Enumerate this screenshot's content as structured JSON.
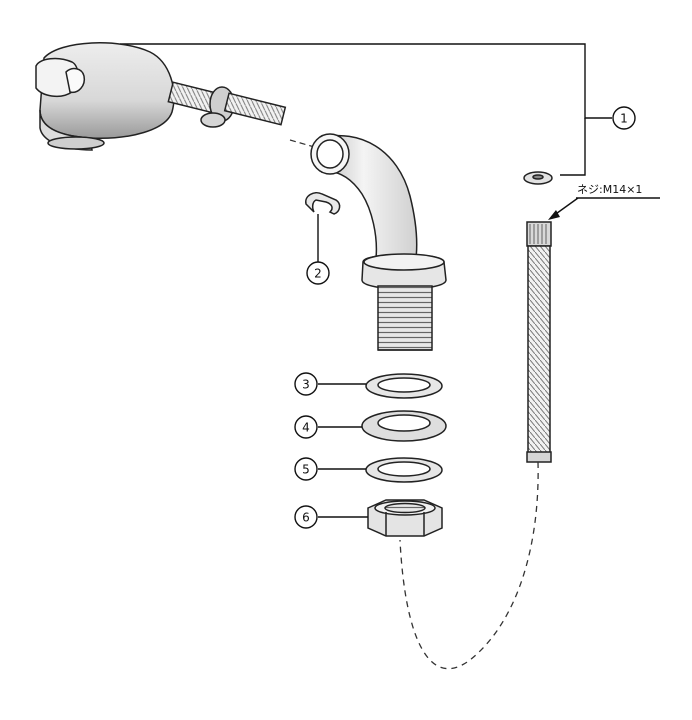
{
  "callouts": [
    {
      "id": "1",
      "label": "1"
    },
    {
      "id": "2",
      "label": "2"
    },
    {
      "id": "3",
      "label": "3"
    },
    {
      "id": "4",
      "label": "4"
    },
    {
      "id": "5",
      "label": "5"
    },
    {
      "id": "6",
      "label": "6"
    }
  ],
  "thread_annotation": "ネジ:M14×1"
}
